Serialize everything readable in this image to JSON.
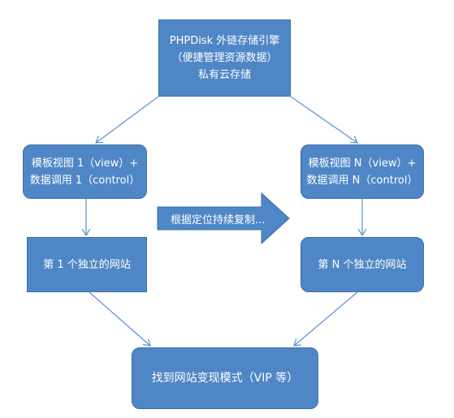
{
  "nodes": {
    "top": {
      "line1": "PHPDisk 外链存储引擎",
      "line2": "（便捷管理资源数据）",
      "line3": "私有云存储"
    },
    "left_template": {
      "line1": "模板视图 1（view）+",
      "line2": "数据调用 1（control）"
    },
    "right_template": {
      "line1": "模板视图 N（view）+",
      "line2": "数据调用 N（control）"
    },
    "left_site": {
      "label": "第 1 个独立的网站"
    },
    "right_site": {
      "label": "第 N 个独立的网站"
    },
    "bottom": {
      "label": "找到网站变现模式（VIP 等）"
    }
  },
  "big_arrow": {
    "label": "根据定位持续复制..."
  },
  "colors": {
    "node_fill": "#4f87c6",
    "node_border": "#3a6fa8",
    "connector": "#5b8fcf",
    "text": "#ffffff"
  }
}
